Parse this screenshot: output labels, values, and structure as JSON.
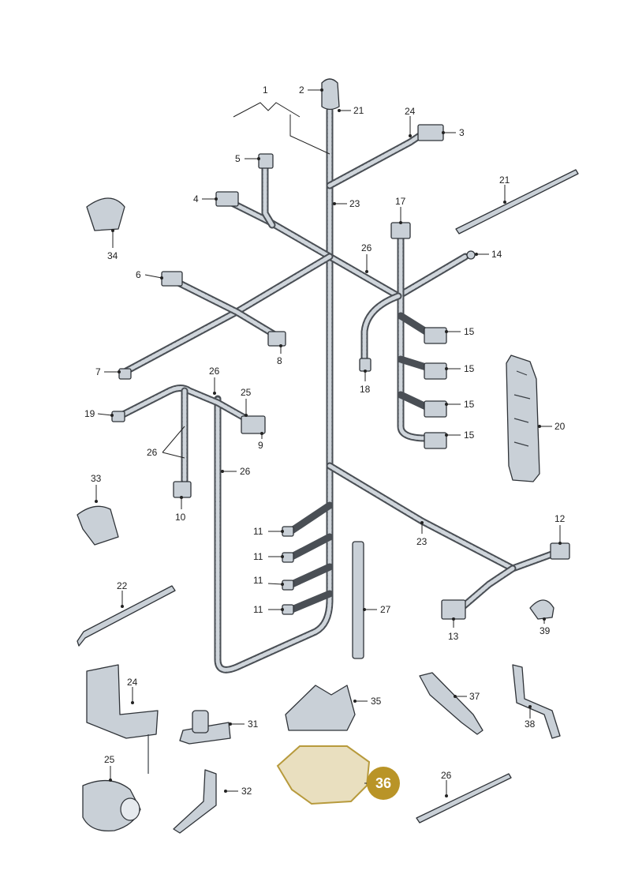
{
  "callouts": {
    "c1": "1",
    "c2": "2",
    "c3": "3",
    "c4": "4",
    "c5": "5",
    "c6": "6",
    "c7": "7",
    "c8": "8",
    "c9": "9",
    "c10": "10",
    "c11a": "11",
    "c11b": "11",
    "c11c": "11",
    "c11d": "11",
    "c12": "12",
    "c13": "13",
    "c14": "14",
    "c15a": "15",
    "c15b": "15",
    "c15c": "15",
    "c15d": "15",
    "c17": "17",
    "c18": "18",
    "c19": "19",
    "c20": "20",
    "c21a": "21",
    "c21b": "21",
    "c22": "22",
    "c23a": "23",
    "c23b": "23",
    "c24a": "24",
    "c24b": "24",
    "c25a": "25",
    "c25b": "25",
    "c26a": "26",
    "c26b": "26",
    "c26c": "26",
    "c26d": "26",
    "c26e": "26",
    "c27": "27",
    "c31": "31",
    "c32": "32",
    "c33": "33",
    "c34": "34",
    "c35": "35",
    "c36": "36",
    "c37": "37",
    "c38": "38",
    "c39": "39"
  },
  "highlight": {
    "color": "#b99427",
    "part": "36"
  }
}
